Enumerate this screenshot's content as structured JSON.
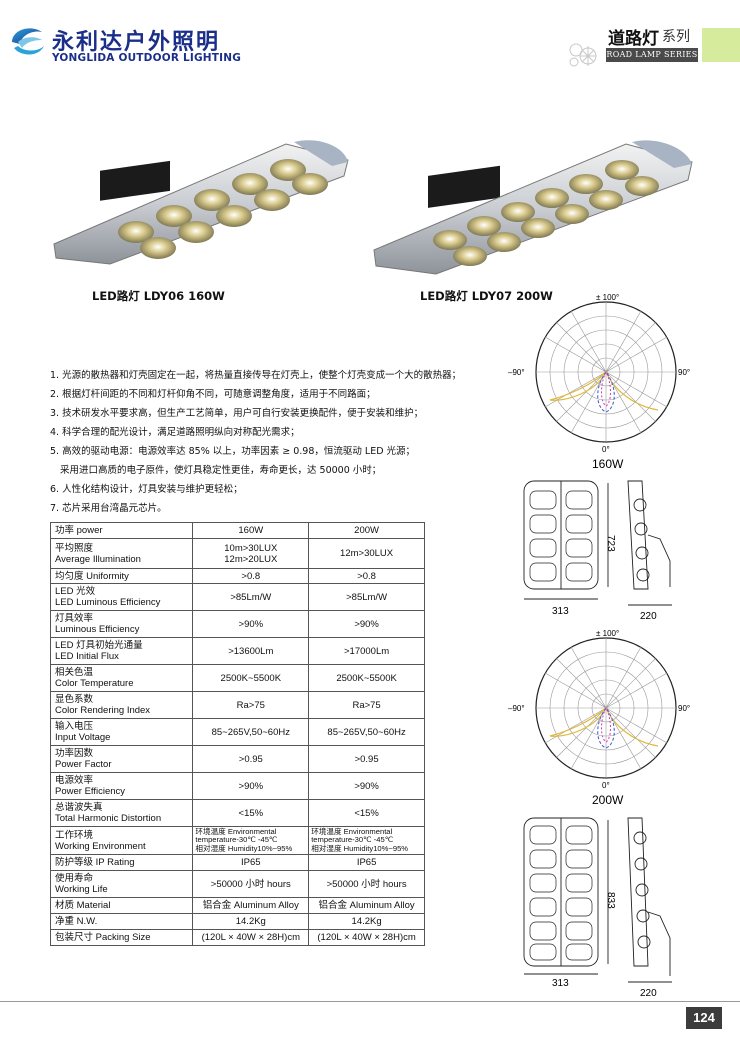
{
  "header": {
    "brand_cn": "永利达户外照明",
    "brand_en": "YONGLIDA OUTDOOR LIGHTING",
    "series_cn": "道路灯",
    "series_cn2": "系列",
    "series_en": "ROAD LAMP SERIES",
    "colors": {
      "brand": "#1a2e8a",
      "accent": "#d6eb9c"
    }
  },
  "products": [
    {
      "caption": "LED路灯  LDY06   160W"
    },
    {
      "caption": "LED路灯  LDY07   200W"
    }
  ],
  "features": [
    "1. 光源的散热器和灯壳固定在一起，将热量直接传导在灯壳上，使整个灯壳变成一个大的散热器；",
    "2. 根据灯杆间距的不同和灯杆仰角不同，可随意调整角度，适用于不同路面；",
    "3. 技术研发水平要求高，但生产工艺简单，用户可自行安装更换配件，便于安装和维护；",
    "4. 科学合理的配光设计，满足道路照明纵向对称配光需求；",
    "5. 高效的驱动电源：电源效率达 85% 以上，功率因素 ≥ 0.98，恒流驱动 LED 光源；",
    "   采用进口高质的电子原件，使灯具稳定性更佳，寿命更长，达 50000 小时；",
    "6. 人性化结构设计，灯具安装与维护更轻松；",
    "7. 芯片采用台湾晶元芯片。"
  ],
  "table": {
    "rows": [
      {
        "label": [
          "功率 power"
        ],
        "v1": [
          "160W"
        ],
        "v2": [
          "200W"
        ]
      },
      {
        "label": [
          "平均照度",
          "Average Illumination"
        ],
        "v1": [
          "10m>30LUX",
          "12m>20LUX"
        ],
        "v2": [
          "12m>30LUX"
        ]
      },
      {
        "label": [
          "均匀度 Uniformity"
        ],
        "v1": [
          ">0.8"
        ],
        "v2": [
          ">0.8"
        ]
      },
      {
        "label": [
          "LED 光效",
          "LED Luminous Efficiency"
        ],
        "v1": [
          ">85Lm/W"
        ],
        "v2": [
          ">85Lm/W"
        ]
      },
      {
        "label": [
          "灯具效率",
          "Luminous Efficiency"
        ],
        "v1": [
          ">90%"
        ],
        "v2": [
          ">90%"
        ]
      },
      {
        "label": [
          "LED 灯具初始光通量",
          "LED Initial Flux"
        ],
        "v1": [
          ">13600Lm"
        ],
        "v2": [
          ">17000Lm"
        ]
      },
      {
        "label": [
          "相关色温",
          "Color Temperature"
        ],
        "v1": [
          "2500K~5500K"
        ],
        "v2": [
          "2500K~5500K"
        ]
      },
      {
        "label": [
          "显色系数",
          "Color Rendering Index"
        ],
        "v1": [
          "Ra>75"
        ],
        "v2": [
          "Ra>75"
        ]
      },
      {
        "label": [
          "输入电压",
          "Input Voltage"
        ],
        "v1": [
          "85~265V,50~60Hz"
        ],
        "v2": [
          "85~265V,50~60Hz"
        ]
      },
      {
        "label": [
          "功率因数",
          "Power Factor"
        ],
        "v1": [
          ">0.95"
        ],
        "v2": [
          ">0.95"
        ]
      },
      {
        "label": [
          "电源效率",
          "Power Efficiency"
        ],
        "v1": [
          ">90%"
        ],
        "v2": [
          ">90%"
        ]
      },
      {
        "label": [
          "总谐波失真",
          "Total Harmonic Distortion"
        ],
        "v1": [
          "<15%"
        ],
        "v2": [
          "<15%"
        ]
      },
      {
        "label": [
          "工作环境",
          "Working Environment"
        ],
        "v1": [
          "环境温度 Environmental",
          "temperature-30℃ -45℃",
          "相对湿度 Humidity10%~95%"
        ],
        "v2": [
          "环境温度 Environmental",
          "temperature-30℃ -45℃",
          "相对湿度 Humidity10%~95%"
        ],
        "small": true
      },
      {
        "label": [
          "防护等级 IP Rating"
        ],
        "v1": [
          "IP65"
        ],
        "v2": [
          "IP65"
        ]
      },
      {
        "label": [
          "使用寿命",
          "Working Life"
        ],
        "v1": [
          ">50000 小时 hours"
        ],
        "v2": [
          ">50000 小时 hours"
        ]
      },
      {
        "label": [
          "材质 Material"
        ],
        "v1": [
          "铝合金 Aluminum Alloy"
        ],
        "v2": [
          "铝合金 Aluminum Alloy"
        ]
      },
      {
        "label": [
          "净重 N.W."
        ],
        "v1": [
          "14.2Kg"
        ],
        "v2": [
          "14.2Kg"
        ]
      },
      {
        "label": [
          "包装尺寸 Packing Size"
        ],
        "v1": [
          "(120L × 40W × 28H)cm"
        ],
        "v2": [
          "(120L × 40W × 28H)cm"
        ]
      }
    ]
  },
  "polar_charts": [
    {
      "top": "± 100°",
      "left": "–90°",
      "right": "90°",
      "bottom": "0°",
      "caption": "160W"
    },
    {
      "top": "± 100°",
      "left": "–90°",
      "right": "90°",
      "bottom": "0°",
      "caption": "200W"
    }
  ],
  "dimensions": [
    {
      "length": "723",
      "width": "313",
      "depth": "220"
    },
    {
      "length": "833",
      "width": "313",
      "depth": "220"
    }
  ],
  "page_number": "124"
}
